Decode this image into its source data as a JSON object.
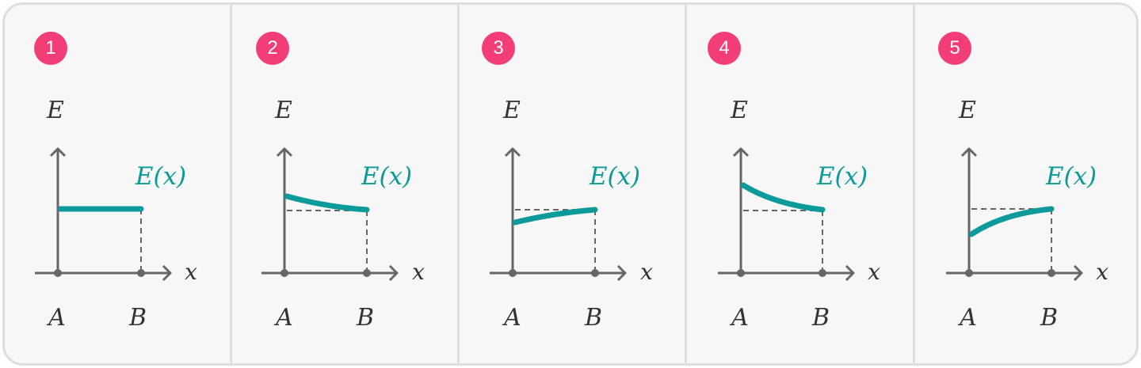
{
  "colors": {
    "badge": "#f23d76",
    "curve": "#0d9a9a",
    "axis": "#666666",
    "label": "#333333",
    "border": "#dedede",
    "background": "#f7f7f7"
  },
  "panels": [
    {
      "number": "1",
      "e_label": "E",
      "curve_label": "E(x)",
      "x_label": "x",
      "a_label": "A",
      "b_label": "B",
      "trend": "constant"
    },
    {
      "number": "2",
      "e_label": "E",
      "curve_label": "E(x)",
      "x_label": "x",
      "a_label": "A",
      "b_label": "B",
      "trend": "slight decrease"
    },
    {
      "number": "3",
      "e_label": "E",
      "curve_label": "E(x)",
      "x_label": "x",
      "a_label": "A",
      "b_label": "B",
      "trend": "slight increase"
    },
    {
      "number": "4",
      "e_label": "E",
      "curve_label": "E(x)",
      "x_label": "x",
      "a_label": "A",
      "b_label": "B",
      "trend": "strong decrease"
    },
    {
      "number": "5",
      "e_label": "E",
      "curve_label": "E(x)",
      "x_label": "x",
      "a_label": "A",
      "b_label": "B",
      "trend": "strong increase"
    }
  ]
}
